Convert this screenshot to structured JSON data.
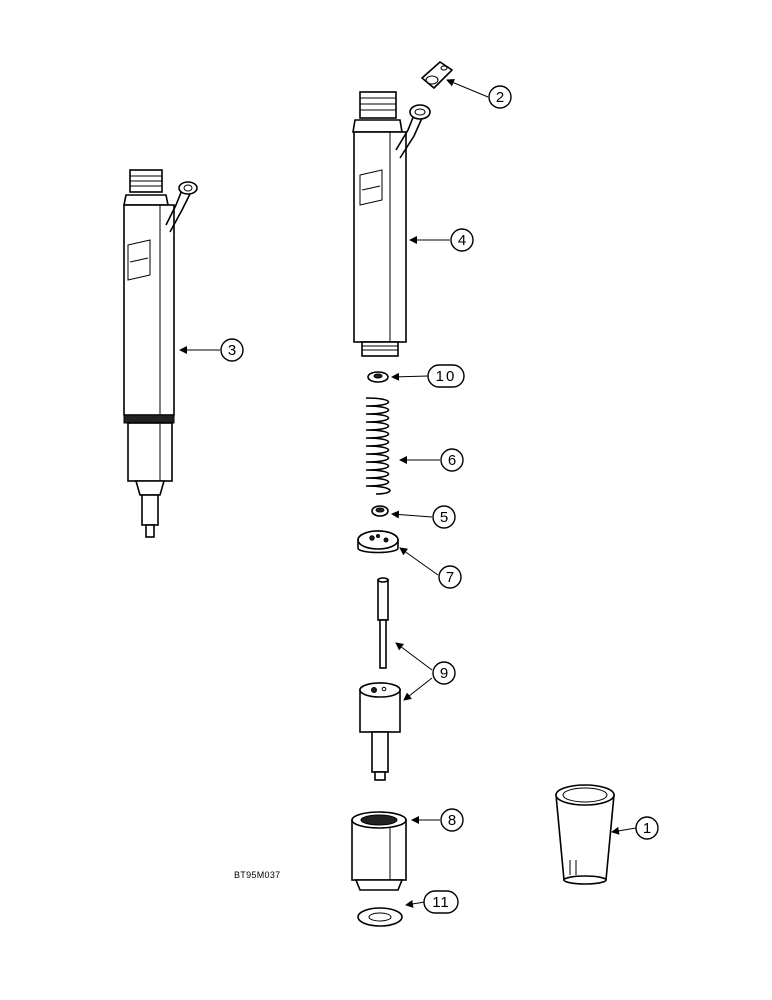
{
  "figure_code": "BT95M037",
  "callouts": {
    "c1": "1",
    "c2": "2",
    "c3": "3",
    "c4": "4",
    "c5": "5",
    "c6": "6",
    "c7": "7",
    "c8": "8",
    "c9": "9",
    "c10": "10",
    "c11": "11"
  },
  "colors": {
    "line": "#000000",
    "background": "#ffffff"
  }
}
